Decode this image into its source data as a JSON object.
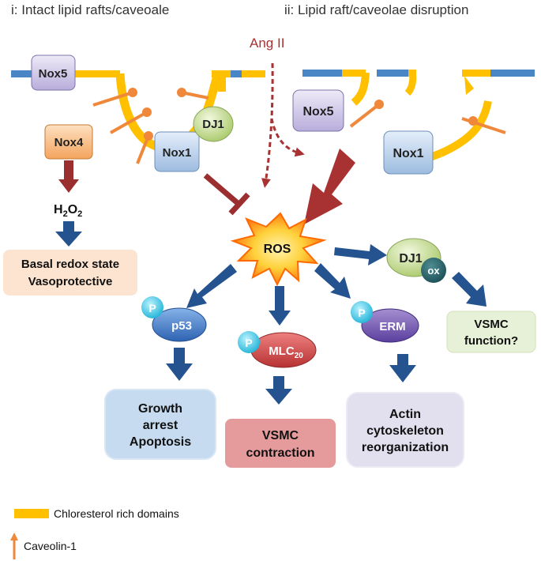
{
  "headings": {
    "intact": "i: Intact lipid rafts/caveoale",
    "disrupted": "ii: Lipid raft/caveolae disruption"
  },
  "stimulus": "Ang II",
  "proteins": {
    "nox5": "Nox5",
    "nox4": "Nox4",
    "nox1": "Nox1",
    "dj1": "DJ1",
    "ros": "ROS",
    "ox": "ox",
    "p53": "p53",
    "mlc": "MLC",
    "mlc_sub": "20",
    "erm": "ERM",
    "phospho": "P"
  },
  "h2o2": {
    "h": "H",
    "sub1": "2",
    "o": "O",
    "sub2": "2"
  },
  "outcomes": {
    "basal_line1": "Basal redox state",
    "basal_line2": "Vasoprotective",
    "growth_line1": "Growth",
    "growth_line2": "arrest",
    "growth_line3": "Apoptosis",
    "vsmc_contraction_line1": "VSMC",
    "vsmc_contraction_line2": "contraction",
    "actin_line1": "Actin",
    "actin_line2": "cytoskeleton",
    "actin_line3": "reorganization",
    "vsmc_function_line1": "VSMC",
    "vsmc_function_line2": "function?"
  },
  "legend": {
    "cholesterol": "Chloresterol rich domains",
    "caveolin": "Caveolin-1"
  },
  "colors": {
    "membrane_blue": "#4a86c5",
    "raft_yellow": "#ffc000",
    "caveolin_orange": "#f0883c",
    "inhibit_red": "#9b2f2f",
    "pathway_arrow": "#24538f",
    "ros_burst": "#ff6a00",
    "ros_core": "#ffd94a",
    "angii_red": "#a83232"
  }
}
